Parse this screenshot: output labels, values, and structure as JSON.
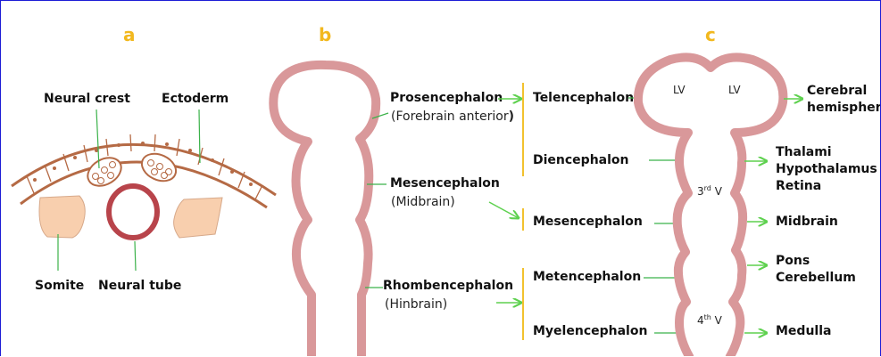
{
  "colors": {
    "panel_letter": "#f2b81e",
    "ectoderm": "#b56a45",
    "neural_tube": "#b8444b",
    "somite": "#f8cfae",
    "tube_wall": "#d9989a",
    "green_leader": "#3bb24a",
    "arrow_green": "#5ed14f",
    "divider": "#f2c12e",
    "frame": "#1c1cd6"
  },
  "panel_a": {
    "letter": "a",
    "neural_crest": "Neural crest",
    "ectoderm": "Ectoderm",
    "somite": "Somite",
    "neural_tube": "Neural tube"
  },
  "panel_b": {
    "letter": "b",
    "prosencephalon": "Prosencephalon",
    "prosencephalon_sub": "(Forebrain anterior",
    "prosencephalon_paren": ")",
    "mesencephalon": "Mesencephalon",
    "mesencephalon_sub": "(Midbrain)",
    "rhombencephalon": "Rhombencephalon",
    "rhombencephalon_sub": "(Hinbrain)"
  },
  "secondary": {
    "telencephalon": "Telencephalon",
    "diencephalon": "Diencephalon",
    "mesencephalon": "Mesencephalon",
    "metencephalon": "Metencephalon",
    "myelencephalon": "Myelencephalon"
  },
  "panel_c": {
    "letter": "c",
    "lv_left": "LV",
    "lv_right": "LV",
    "third_v_num": "3",
    "third_v_sup": "rd",
    "third_v_tail": " V",
    "fourth_v_num": "4",
    "fourth_v_sup": "th",
    "fourth_v_tail": " V",
    "cerebral_1": "Cerebral",
    "cerebral_2": "hemispheres",
    "thalami": "Thalami",
    "hypothalamus": "Hypothalamus",
    "retina": "Retina",
    "midbrain": "Midbrain",
    "pons": "Pons",
    "cerebellum": "Cerebellum",
    "medulla": "Medulla"
  }
}
